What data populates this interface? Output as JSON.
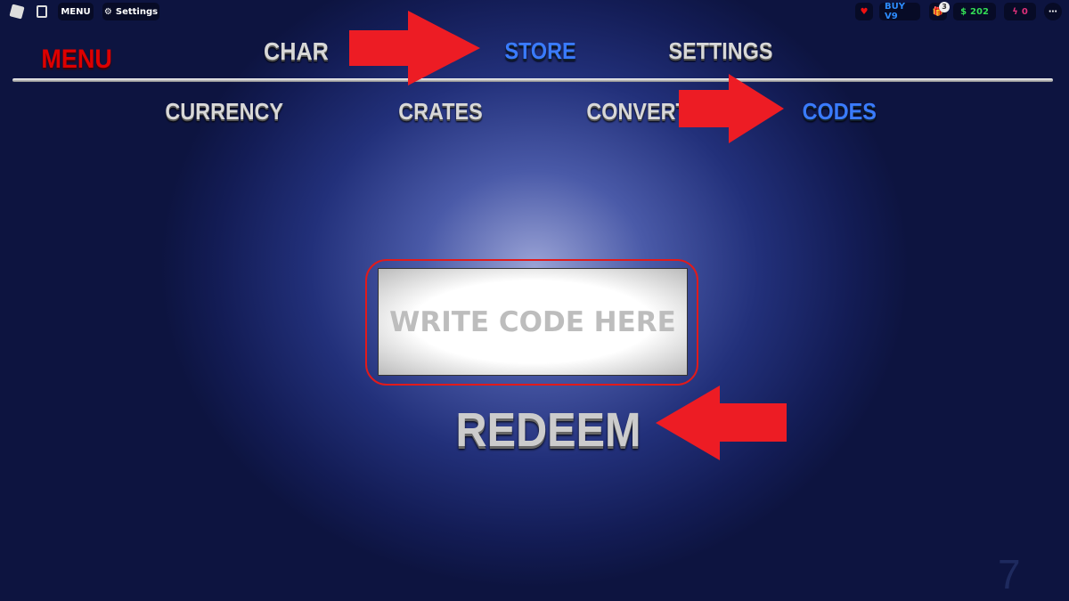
{
  "topbar": {
    "menu_label": "MENU",
    "settings_label": "Settings",
    "buy_label": "BUY V9",
    "gift_badge": "3",
    "cash": "202",
    "energy": "0"
  },
  "header": {
    "menu_title": "MENU",
    "tabs": [
      {
        "label": "CHAR"
      },
      {
        "label": "STORE",
        "active": true
      },
      {
        "label": "SETTINGS"
      }
    ]
  },
  "subtabs": [
    {
      "label": "CURRENCY"
    },
    {
      "label": "CRATES"
    },
    {
      "label": "CONVERT"
    },
    {
      "label": "CODES",
      "active": true
    }
  ],
  "code": {
    "placeholder": "WRITE CODE HERE",
    "redeem_label": "REDEEM"
  },
  "corner_number": "7",
  "colors": {
    "active": "#3a7bff",
    "arrow": "#ed1c24",
    "menu_title": "#e00000"
  }
}
